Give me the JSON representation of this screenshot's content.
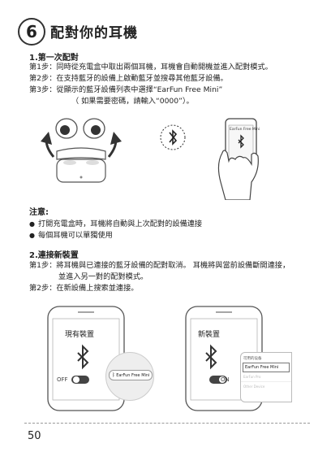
{
  "header": {
    "number": "6",
    "title": "配對你的耳機"
  },
  "sec1": {
    "title": "1.第一次配對",
    "steps": [
      {
        "label": "第1步：",
        "text": "同時從充電盒中取出兩個耳機，耳機會自動開機並進入配對模式。"
      },
      {
        "label": "第2步：",
        "text": "在支持藍牙的設備上啟動藍牙並搜尋其他藍牙設備。"
      },
      {
        "label": "第3步：",
        "text": "從顯示的藍牙設備列表中選擇“EarFun Free Mini”"
      }
    ],
    "step3_sub": "（ 如果需要密碼，請輸入“0000”）。",
    "phone_device": "EarFun Free Mini"
  },
  "note": {
    "title": "注意:",
    "items": [
      "打開充電盒時，耳機將自動與上次配對的設備連接",
      "每個耳機可以單獨使用"
    ]
  },
  "sec2": {
    "title": "2.連接新裝置",
    "steps": [
      {
        "label": "第1步：",
        "text": "將耳機與已連接的藍牙設備的配對取消。 耳機將與當前設備斷開連接，"
      },
      {
        "label": "第2步：",
        "text": "在新設備上搜索並連接。"
      }
    ],
    "step1_cont": "並進入另一對的配對模式。",
    "phone_left": {
      "title": "現有裝置",
      "toggle": "OFF",
      "popup": "EarFun Free Mini"
    },
    "phone_right": {
      "title": "新裝置",
      "toggle": "ON",
      "list_header": "可用的设备",
      "list_item": "EarFun Free Mini",
      "list_faint": [
        "EarFun Pro",
        "Other Device"
      ]
    }
  },
  "page_number": "50"
}
